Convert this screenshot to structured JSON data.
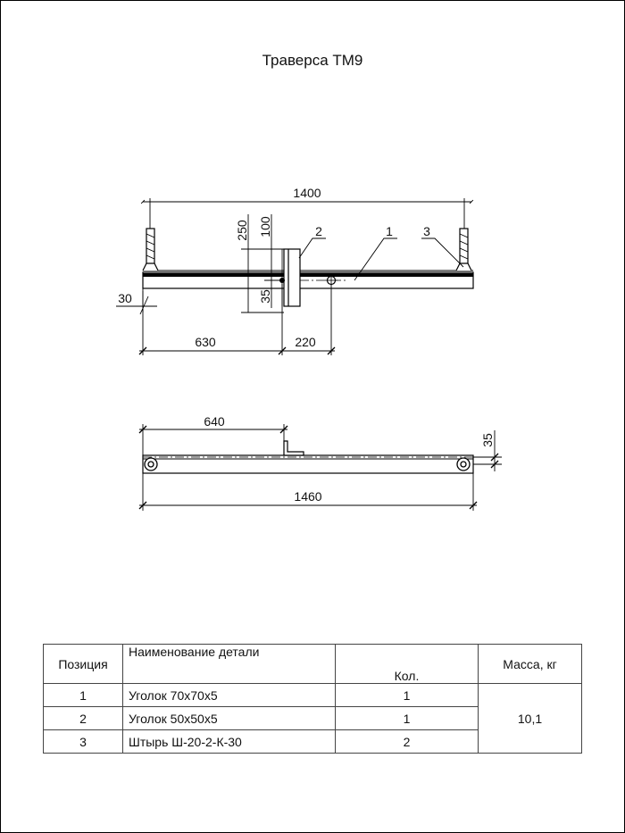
{
  "title": "Траверса ТМ9",
  "top_view": {
    "dims": {
      "overall": "1400",
      "h250": "250",
      "h100": "100",
      "h35": "35",
      "h30": "30",
      "d630": "630",
      "d220": "220"
    },
    "callouts": {
      "p1": "1",
      "p2": "2",
      "p3": "3"
    }
  },
  "side_view": {
    "dims": {
      "d640": "640",
      "h35": "35",
      "overall": "1460"
    }
  },
  "spec_table": {
    "headers": {
      "pos": "Позиция",
      "name": "Наименование детали",
      "qty": "Кол.",
      "mass": "Масса, кг"
    },
    "rows": [
      {
        "pos": "1",
        "name": "Уголок 70х70х5",
        "qty": "1"
      },
      {
        "pos": "2",
        "name": "Уголок 50х50х5",
        "qty": "1"
      },
      {
        "pos": "3",
        "name": "Штырь Ш-20-2-К-30",
        "qty": "2"
      }
    ],
    "mass": "10,1"
  }
}
